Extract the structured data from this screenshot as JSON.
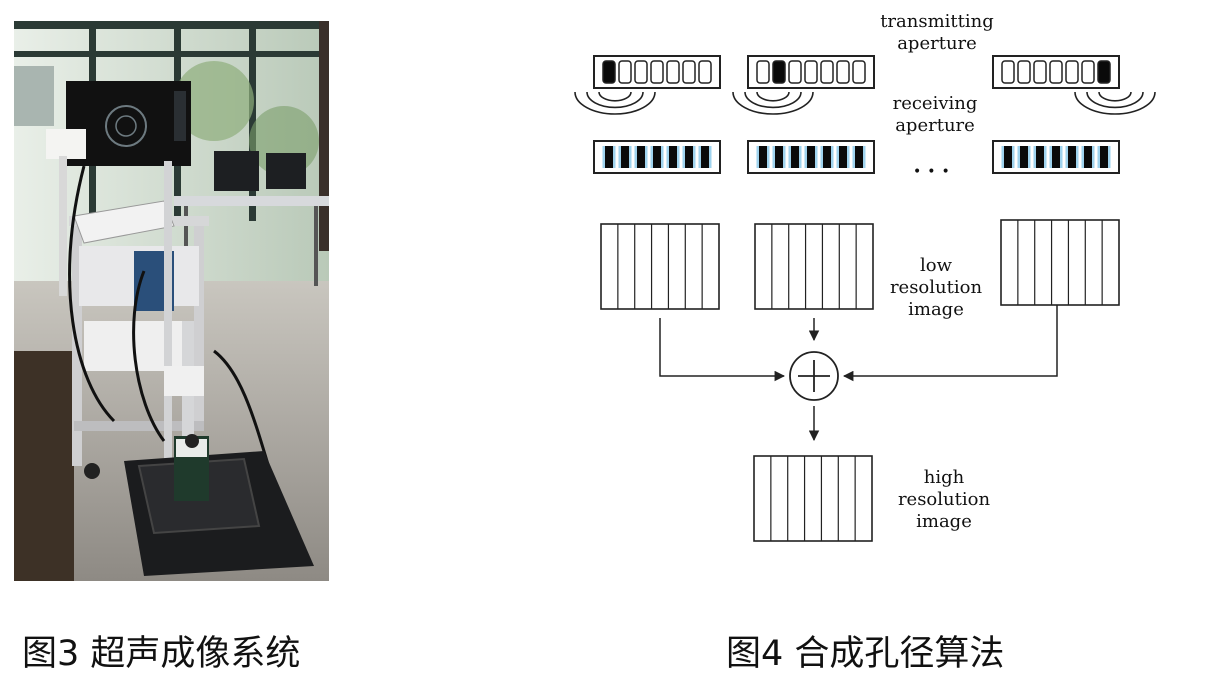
{
  "figures": {
    "left": {
      "caption": "图3 超声成像系统"
    },
    "right": {
      "caption": "图4 合成孔径算法",
      "labels": {
        "transmitting": [
          "transmitting",
          "aperture"
        ],
        "receiving": [
          "receiving",
          "aperture"
        ],
        "low_res": [
          "low",
          "resolution",
          "image"
        ],
        "high_res": [
          "high",
          "resolution",
          "image"
        ],
        "ellipsis": "•••"
      }
    }
  },
  "colors": {
    "element_fill": "#0a0a0a",
    "receive_highlight": "#9fd3ee",
    "line": "#222222"
  }
}
